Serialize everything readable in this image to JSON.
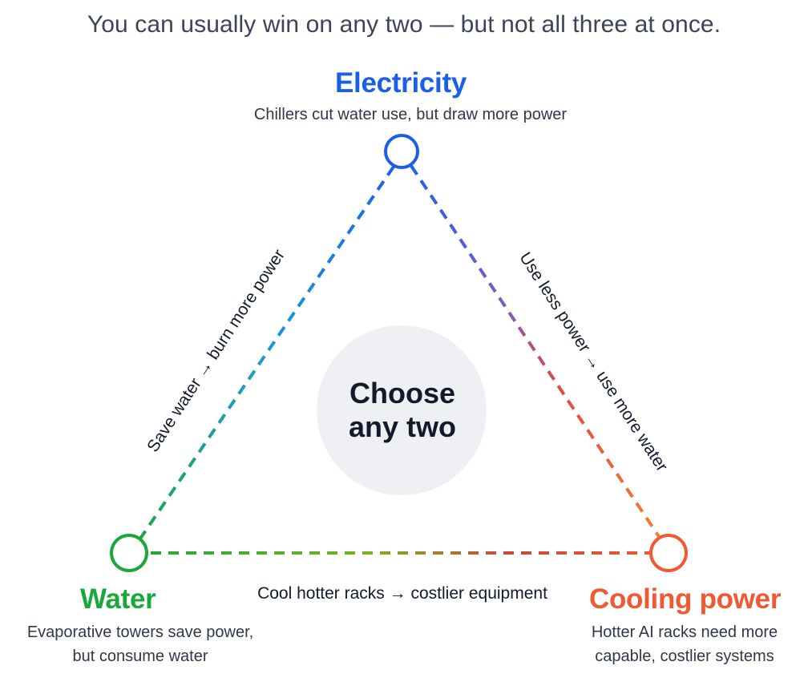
{
  "subtitle": "You can usually win on any two — but not all three at once.",
  "center": {
    "line1": "Choose",
    "line2": "any two"
  },
  "nodes": {
    "electricity": {
      "title": "Electricity",
      "desc": "Chillers cut water use, but draw more power",
      "color": "#1a5fe8"
    },
    "water": {
      "title": "Water",
      "desc_line1": "Evaporative towers save power,",
      "desc_line2": "but consume water",
      "color": "#1aa83a"
    },
    "cooling": {
      "title": "Cooling power",
      "desc_line1": "Hotter AI racks need more",
      "desc_line2": "capable, costlier systems",
      "color": "#f05a33"
    }
  },
  "edges": {
    "left": "Save water → burn more power",
    "right": "Use less power → use more water",
    "bottom": "Cool hotter racks → costlier equipment"
  },
  "colors": {
    "center_fill": "#eef0f3",
    "text_dark": "#121a2c",
    "text_muted": "#3b4458"
  }
}
